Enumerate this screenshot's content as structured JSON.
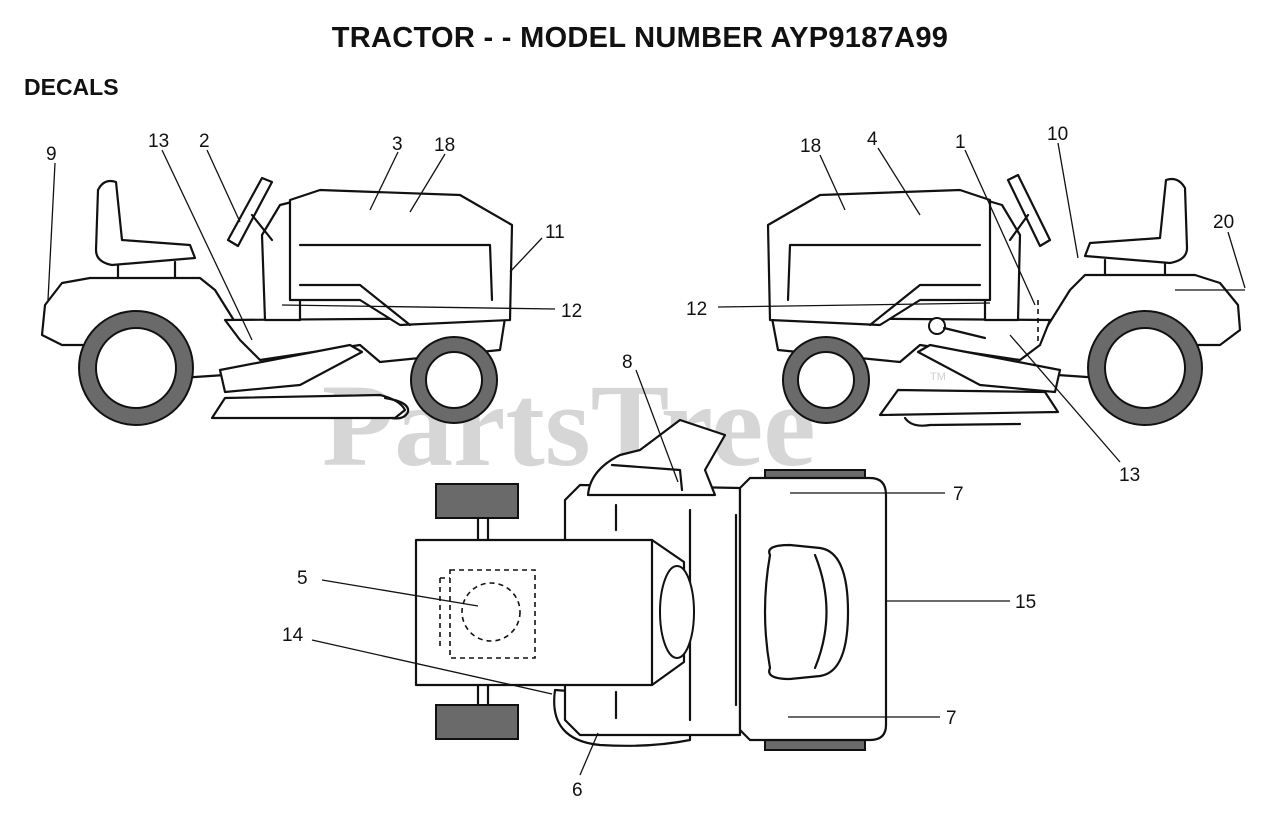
{
  "header": {
    "title": "TRACTOR - - MODEL NUMBER AYP9187A99",
    "section": "DECALS"
  },
  "watermark": {
    "text": "PartsTree",
    "trademark": "TM"
  },
  "callouts": {
    "left_view": [
      "9",
      "13",
      "2",
      "3",
      "18",
      "11",
      "12"
    ],
    "right_view": [
      "18",
      "4",
      "1",
      "10",
      "20",
      "12",
      "13"
    ],
    "top_view": [
      "8",
      "7",
      "5",
      "15",
      "14",
      "7",
      "6"
    ]
  }
}
